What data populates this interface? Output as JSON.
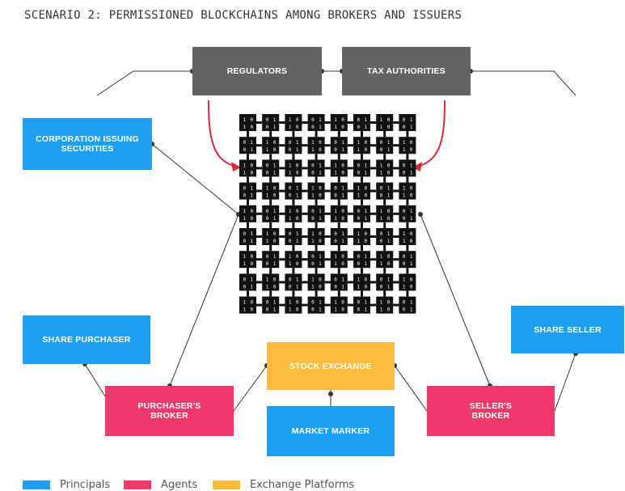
{
  "title": "SCENARIO 2: PERMISSIONED BLOCKCHAINS AMONG BROKERS AND ISSUERS",
  "nodes": {
    "regulators": "REGULATORS",
    "tax_authorities": "TAX AUTHORITIES",
    "corporation": "CORPORATION ISSUING\nSECURITIES",
    "share_purchaser": "SHARE PURCHASER",
    "purchasers_broker": "PURCHASER'S\nBROKER",
    "stock_exchange": "STOCK EXCHANGE",
    "market_marker": "MARKET MARKER",
    "sellers_broker": "SELLER'S\nBROKER",
    "share_seller": "SHARE SELLER"
  },
  "blockchain_grid": {
    "rows": 9,
    "cols": 8,
    "cell_digits": [
      "1",
      "0"
    ]
  },
  "legend": [
    {
      "label": "Principals",
      "color": "#1f9ff0"
    },
    {
      "label": "Agents",
      "color": "#ef3a6b"
    },
    {
      "label": "Exchange Platforms",
      "color": "#f9bc3f"
    }
  ],
  "colors": {
    "principal": "#1f9ff0",
    "agent": "#ef3a6b",
    "exchange": "#f9bc3f",
    "authority": "#636363",
    "arrow": "#d42a3a",
    "connector": "#333333"
  }
}
